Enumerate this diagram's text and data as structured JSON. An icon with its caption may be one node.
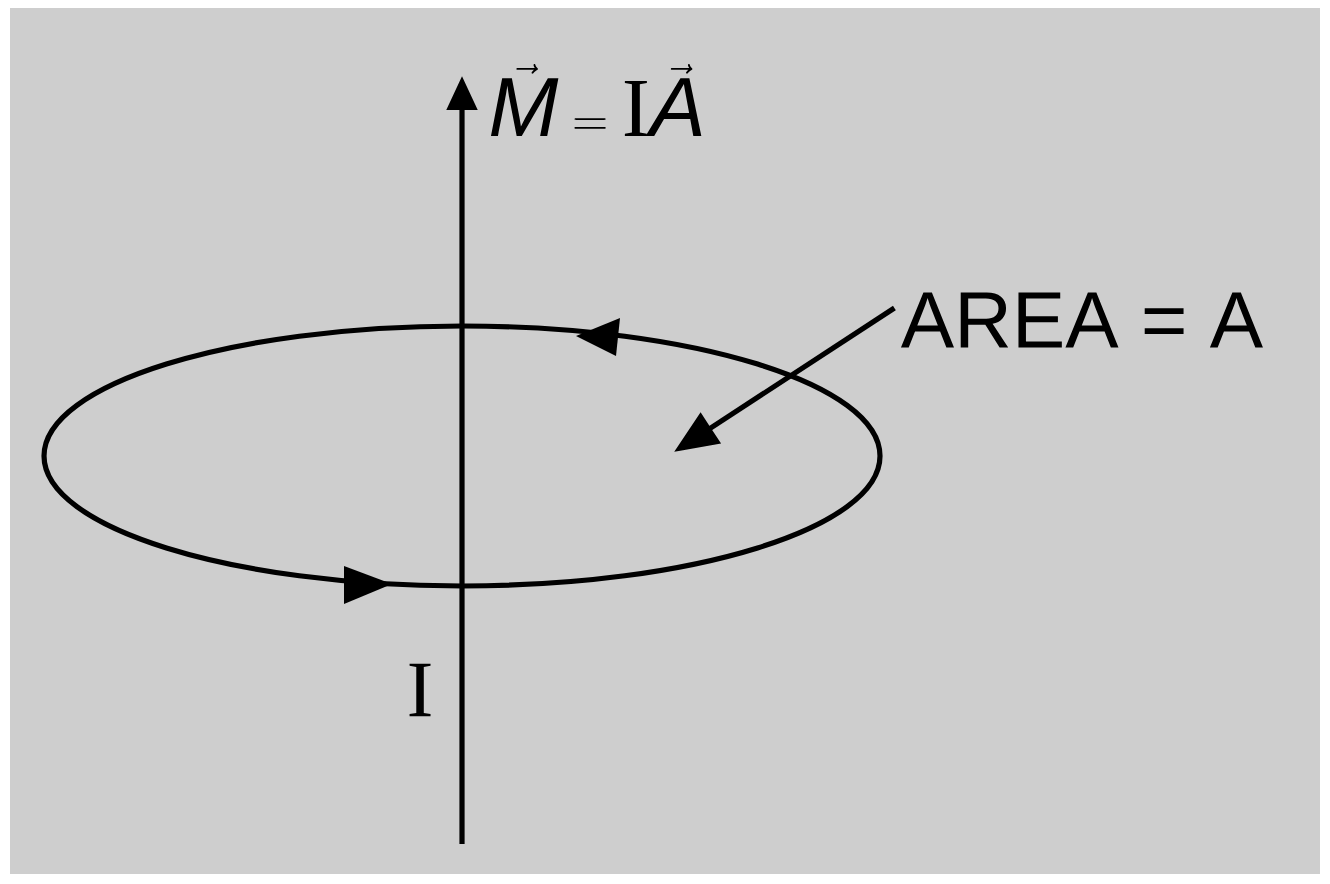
{
  "diagram": {
    "nodes": [
      {
        "text": [
          "AREA = A"
        ]
      },
      {
        "text": [],
        "shape": "ellipse"
      }
    ],
    "edges": [
      {
        "from": 0,
        "to": 1,
        "arrow": "to"
      }
    ],
    "labels": [
      "\\vec{M} = \\mathrm{I}\\vec{A}",
      "I"
    ]
  }
}
